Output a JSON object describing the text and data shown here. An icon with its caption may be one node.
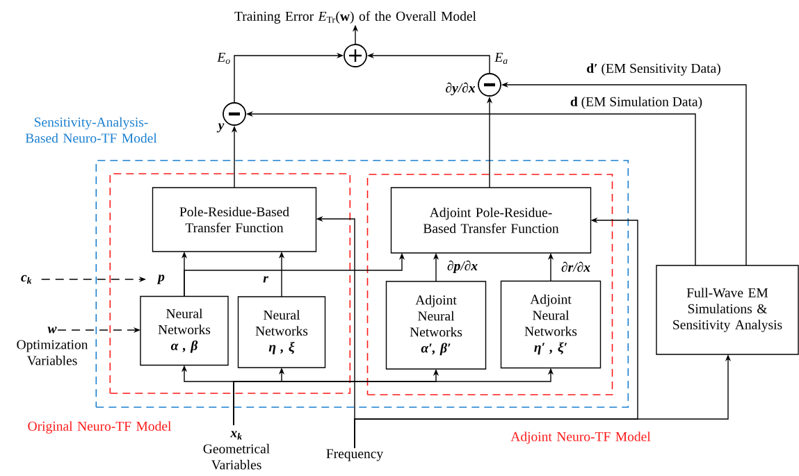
{
  "diagram": {
    "nodes": [
      {
        "text": [
          "Sensitivity-Analysis-Based Neuro-TF Model"
        ]
      },
      {
        "text": [
          "Original Neuro-TF Model"
        ],
        "in": 0
      },
      {
        "text": [
          "Adjoint Neuro-TF Model"
        ],
        "in": 0
      },
      {
        "text": [
          "Pole-Residue-Based Transfer Function"
        ],
        "in": 1
      },
      {
        "text": [
          "Neural Networks",
          "α ,  β"
        ],
        "in": 1
      },
      {
        "text": [
          "Neural Networks",
          "η ,  ξ"
        ],
        "in": 1
      },
      {
        "text": [
          "Adjoint Pole-Residue-Based Transfer Function"
        ],
        "in": 2
      },
      {
        "text": [
          "Adjoint Neural Networks",
          "α′, β′"
        ],
        "in": 2
      },
      {
        "text": [
          "Adjoint Neural Networks",
          "η′ , ξ′"
        ],
        "in": 2
      },
      {
        "text": [
          "Full-Wave EM Simulations & Sensitivity Analysis"
        ]
      },
      {
        "text": [],
        "shape": "circle"
      },
      {
        "text": [],
        "shape": "circle"
      },
      {
        "text": [],
        "shape": "circle"
      },
      {
        "text": [
          "Training Error *E*$_{Tr}$(**w**) of the Overall Model"
        ]
      },
      {
        "text": [
          "c$_{k}$"
        ]
      },
      {
        "text": [
          "w",
          "Optimization Variables"
        ]
      },
      {
        "text": [
          "x$_{k}$",
          "Geometrical Variables"
        ]
      },
      {
        "text": [
          "Frequency"
        ]
      }
    ],
    "edges": [
      {
        "from": 14,
        "to": null,
        "arrow": "to",
        "style": "dashed"
      },
      {
        "from": 15,
        "to": 4,
        "arrow": "to",
        "style": "dashed"
      },
      {
        "from": 16,
        "to": 4,
        "arrow": "to"
      },
      {
        "from": 16,
        "to": 5,
        "arrow": "to"
      },
      {
        "from": 16,
        "to": 7,
        "arrow": "to"
      },
      {
        "from": 16,
        "to": 8,
        "arrow": "to"
      },
      {
        "from": 17,
        "to": 3,
        "arrow": "to"
      },
      {
        "from": 17,
        "to": 6,
        "arrow": "to"
      },
      {
        "from": 17,
        "to": 9,
        "arrow": "to"
      },
      {
        "from": 4,
        "to": 3,
        "arrow": "to",
        "label": "p"
      },
      {
        "from": 5,
        "to": 3,
        "arrow": "to",
        "label": "r"
      },
      {
        "from": 4,
        "to": 6,
        "arrow": "to"
      },
      {
        "from": 7,
        "to": 6,
        "arrow": "to",
        "label": "∂**p**/∂**x**"
      },
      {
        "from": 8,
        "to": 6,
        "arrow": "to",
        "label": "∂**r**/∂**x**"
      },
      {
        "from": 3,
        "to": 10,
        "arrow": "to",
        "label": "y"
      },
      {
        "from": 6,
        "to": 11,
        "arrow": "to",
        "label": "∂**y**/∂**x**"
      },
      {
        "from": 9,
        "to": 10,
        "arrow": "to",
        "label": "**d** (EM Simulation Data)"
      },
      {
        "from": 9,
        "to": 11,
        "arrow": "to",
        "label": "**d′** (EM Sensitivity Data)"
      },
      {
        "from": 10,
        "to": 12,
        "arrow": "to",
        "label": "E$_{o}$"
      },
      {
        "from": 11,
        "to": 12,
        "arrow": "to",
        "label": "E$_{a}$"
      },
      {
        "from": 12,
        "to": 13,
        "arrow": "to"
      }
    ]
  }
}
